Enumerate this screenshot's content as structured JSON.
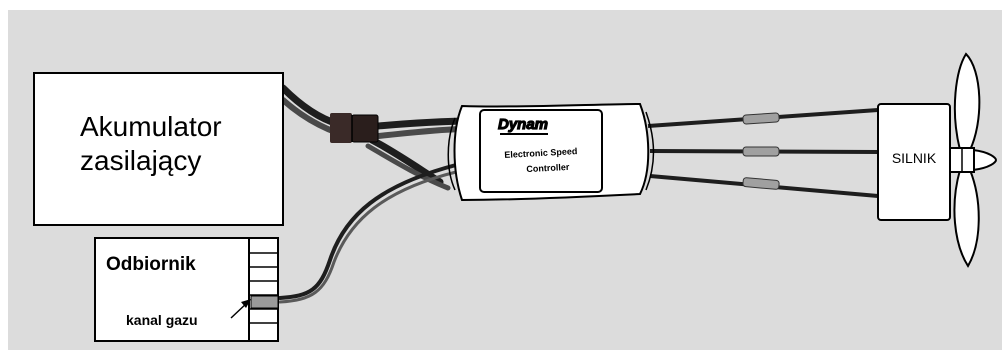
{
  "battery": {
    "line1": "Akumulator",
    "line2": "zasilający"
  },
  "receiver": {
    "title": "Odbiornik",
    "channel_label": "kanal gazu"
  },
  "esc": {
    "brand": "Dynam",
    "line1": "Electronic Speed",
    "line2": "Controller"
  },
  "motor": {
    "label": "SILNIK"
  },
  "colors": {
    "background": "#dcdcdc",
    "box_fill": "#ffffff",
    "stroke": "#000000",
    "wire_dark": "#1e1e1e",
    "wire_grey": "#4a4a4a",
    "connector": "#3a2a28",
    "sleeve": "#a0a0a0"
  }
}
